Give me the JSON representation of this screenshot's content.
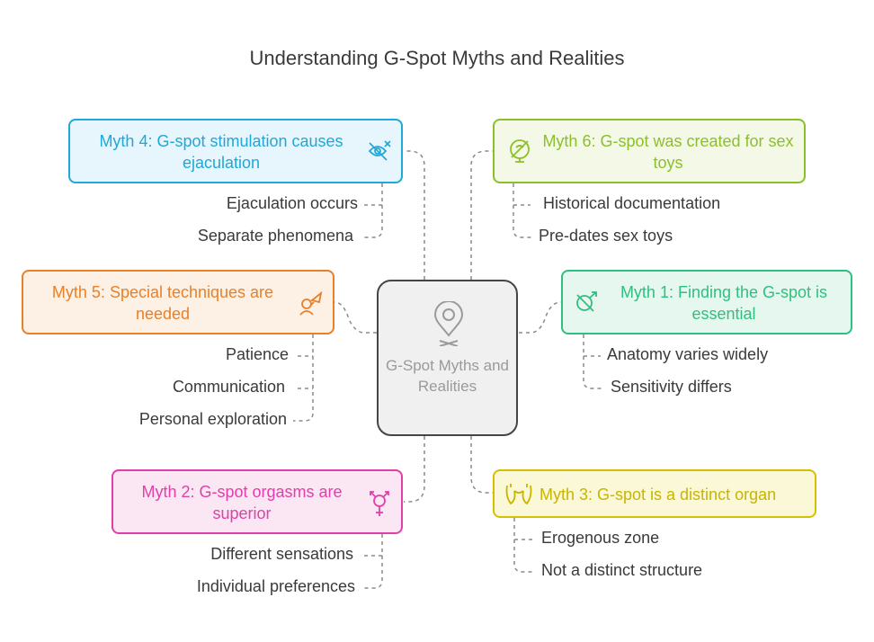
{
  "title": "Understanding G-Spot Myths and Realities",
  "center": {
    "label": "G-Spot Myths and Realities",
    "icon": "location-pin-icon"
  },
  "colors": {
    "myth1": "#2fbf7f",
    "myth2": "#e040a8",
    "myth3": "#d4c000",
    "myth4": "#1fa8d8",
    "myth5": "#e8802a",
    "myth6": "#8dbf2a"
  },
  "myths": {
    "myth4": {
      "label": "Myth 4: G-spot stimulation causes ejaculation",
      "icon": "no-eye-icon",
      "items": [
        "Ejaculation occurs",
        "Separate phenomena"
      ]
    },
    "myth6": {
      "label": "Myth 6: G-spot was created for sex toys",
      "icon": "no-vibrator-icon",
      "items": [
        "Historical documentation",
        "Pre-dates sex toys"
      ]
    },
    "myth5": {
      "label": "Myth 5: Special techniques are needed",
      "icon": "rocket-person-icon",
      "items": [
        "Patience",
        "Communication",
        "Personal exploration"
      ]
    },
    "myth1": {
      "label": "Myth 1: Finding the G-spot is essential",
      "icon": "no-search-icon",
      "items": [
        "Anatomy varies widely",
        "Sensitivity differs"
      ]
    },
    "myth2": {
      "label": "Myth 2: G-spot orgasms are superior",
      "icon": "gender-symbol-icon",
      "items": [
        "Different sensations",
        "Individual preferences"
      ]
    },
    "myth3": {
      "label": "Myth 3: G-spot is a distinct organ",
      "icon": "anatomy-icon",
      "items": [
        "Erogenous zone",
        "Not a distinct structure"
      ]
    }
  }
}
